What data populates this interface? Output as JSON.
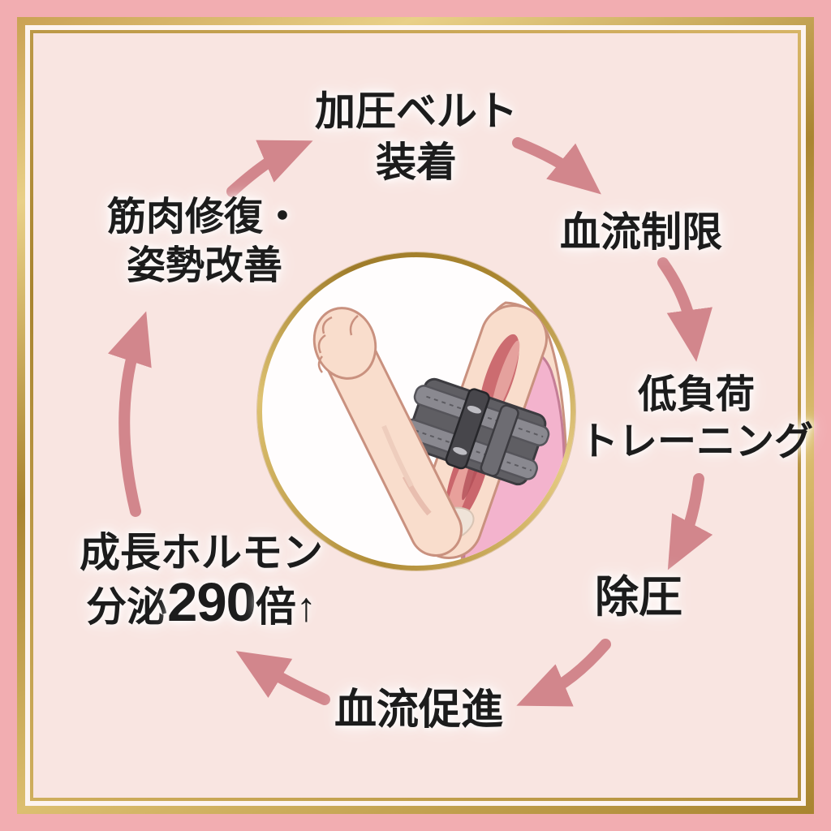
{
  "diagram": {
    "steps": {
      "belt_on": {
        "line1": "加圧ベルト",
        "line2": "装着"
      },
      "blood_flow_restriction": {
        "label": "血流制限"
      },
      "low_load_training": {
        "line1": "低負荷",
        "line2": "トレーニング"
      },
      "decompression": {
        "label": "除圧"
      },
      "blood_flow_promotion": {
        "label": "血流促進"
      },
      "growth_hormone": {
        "line1": "成長ホルモン",
        "line2_prefix": "分泌",
        "line2_value": "290",
        "line2_suffix": "倍↑"
      },
      "muscle_repair": {
        "line1": "筋肉修復・",
        "line2": "姿勢改善"
      }
    },
    "center_illustration": "arm-with-kaatsu-pressure-belt",
    "colors": {
      "outer_background": "#f2adb1",
      "inner_background": "#f9e5e1",
      "gold_frame": "#b8923e",
      "arrow": "#d2868c",
      "text": "#1c1c1c",
      "belt_gray": "#5f5e63",
      "muscle_red": "#c75f66",
      "skin": "#f9ddcc",
      "top_pink": "#f3b3cd"
    }
  }
}
